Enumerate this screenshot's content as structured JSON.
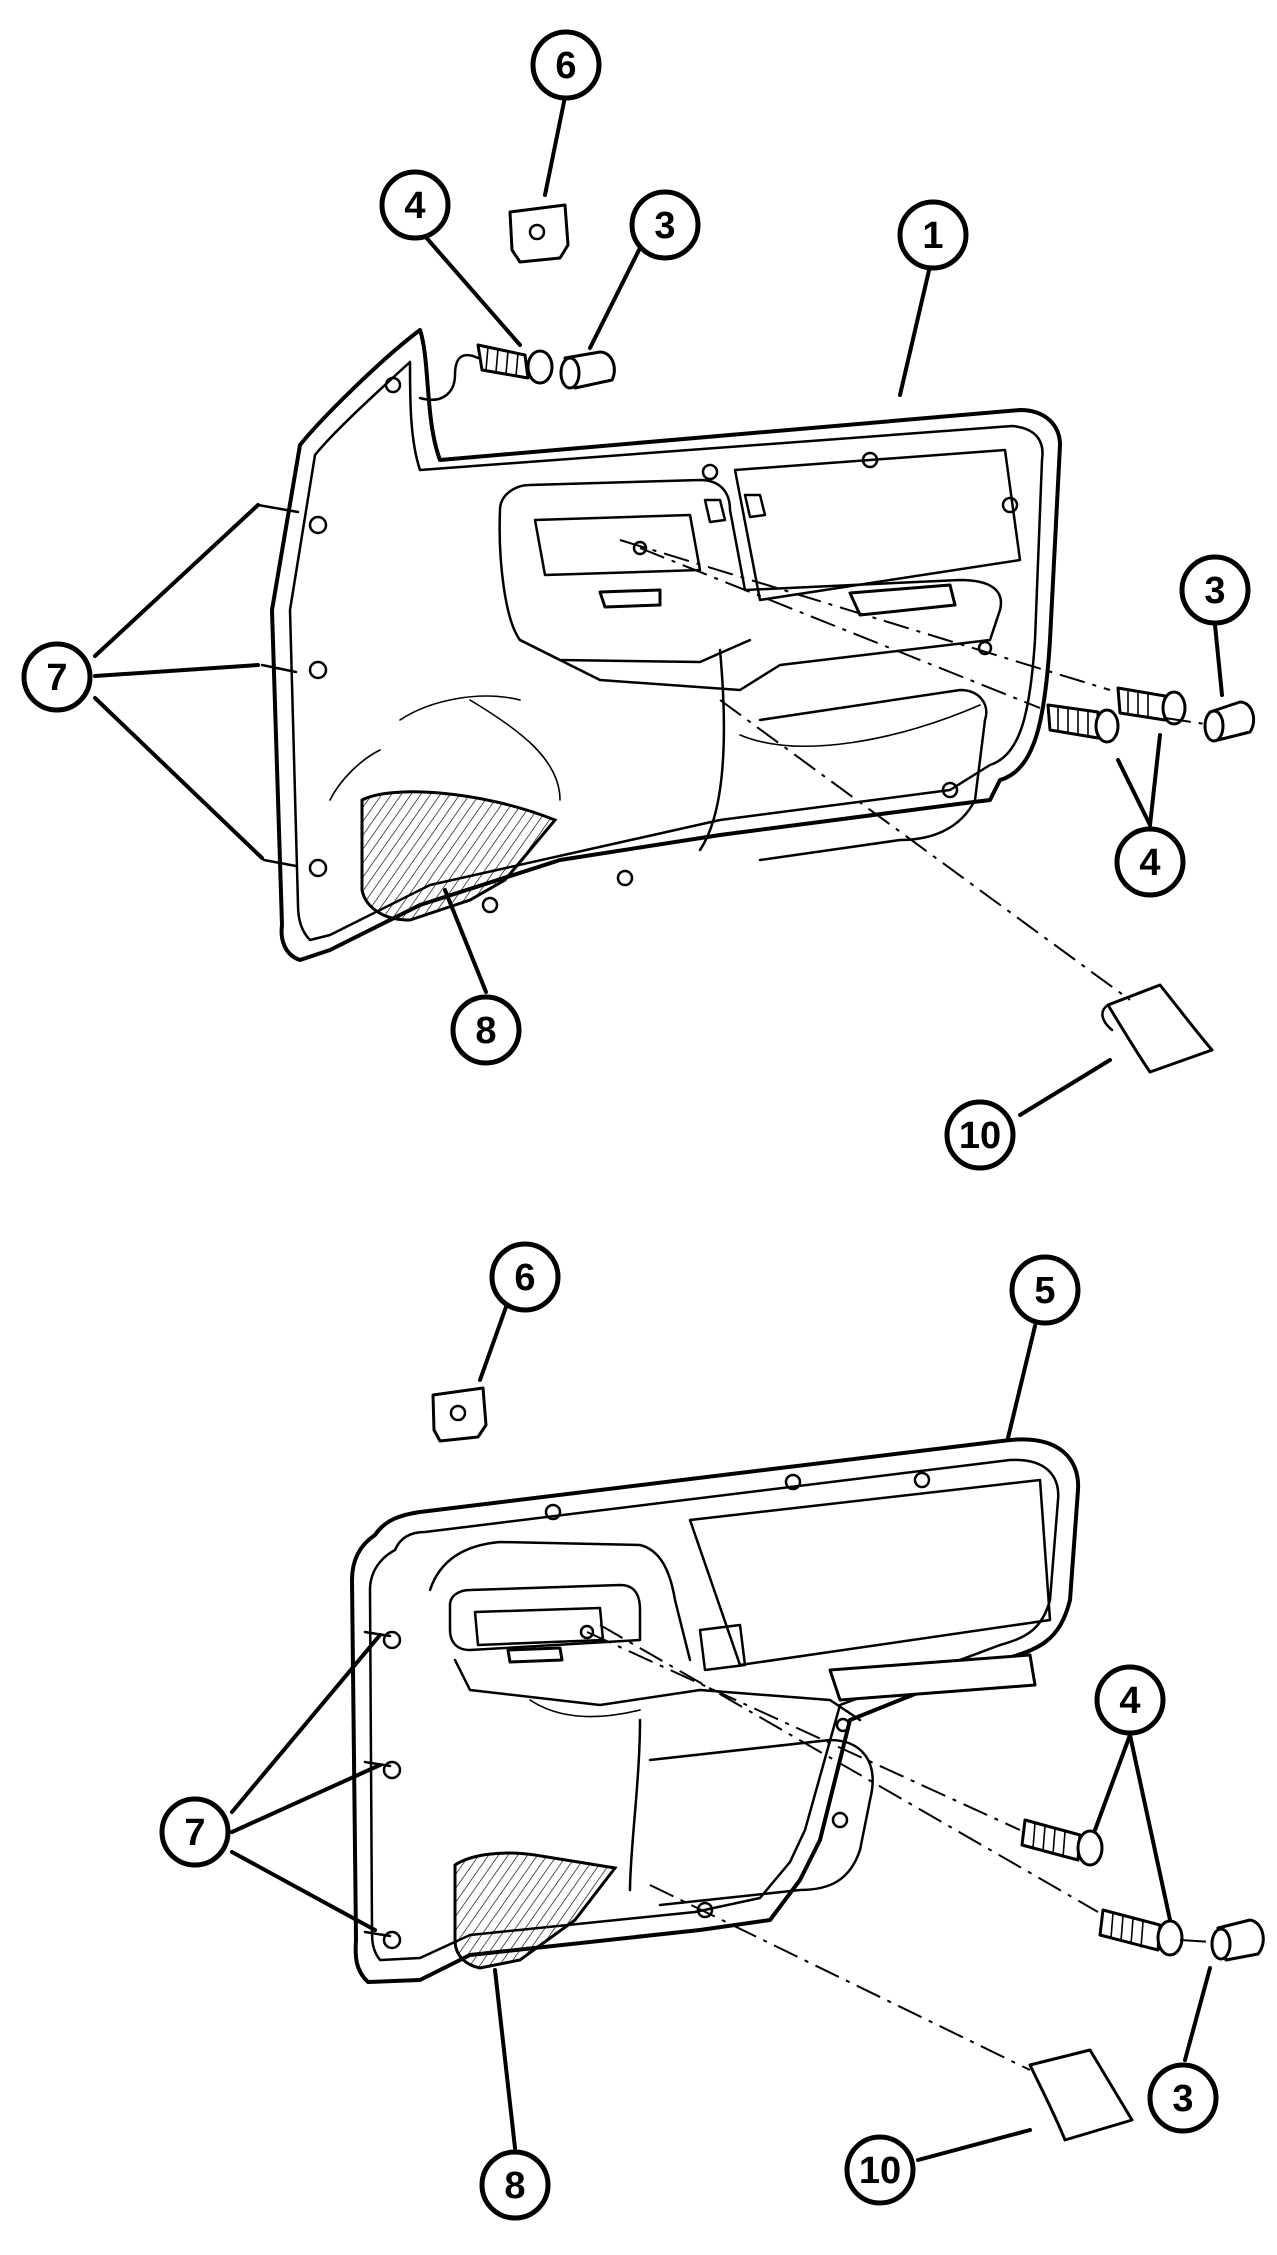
{
  "callouts": {
    "top": {
      "n6": "6",
      "n4a": "4",
      "n3a": "3",
      "n1": "1",
      "n7": "7",
      "n3b": "3",
      "n4b": "4",
      "n8": "8",
      "n10": "10"
    },
    "bottom": {
      "n6": "6",
      "n5": "5",
      "n4": "4",
      "n7": "7",
      "n3": "3",
      "n8": "8",
      "n10": "10"
    }
  }
}
